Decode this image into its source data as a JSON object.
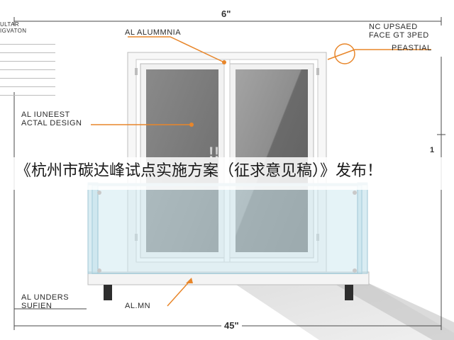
{
  "dimensions": {
    "top": "6\"",
    "bottom": "45\""
  },
  "spec_sheet": {
    "title_line1": "ULTAR",
    "title_line2": "IGVATON",
    "rows": [
      {
        "a": "",
        "b": ""
      },
      {
        "a": "",
        "b": ""
      },
      {
        "a": "",
        "b": ""
      },
      {
        "a": "",
        "b": ""
      },
      {
        "a": "",
        "b": ""
      },
      {
        "a": "",
        "b": ""
      },
      {
        "a": "",
        "b": ""
      }
    ]
  },
  "callouts": {
    "top_left": "AL ALUMMNIA",
    "mid_left_line1": "AL IUNEEST",
    "mid_left_line2": "ACTAL DESIGN",
    "top_right_line1": "NC UPSAED",
    "top_right_line2": "FACE GT 3PED",
    "top_right_line3": "PEASTIAL",
    "bottom_left_line1": "AL UNDERS",
    "bottom_left_line2": "SUFIEN",
    "bottom_center": "AL.MN",
    "right_edge_mark": "1"
  },
  "glass_mark": "!!",
  "banner": {
    "text": "《杭州市碳达峰试点实施方案（征求意见稿）》发布！"
  },
  "colors": {
    "accent": "#e8862a",
    "frame": "#f7f7f7",
    "glass_dark": "#6e6e6e",
    "glass_balcony": "#cfe9f1",
    "line": "#4a4a4a"
  }
}
